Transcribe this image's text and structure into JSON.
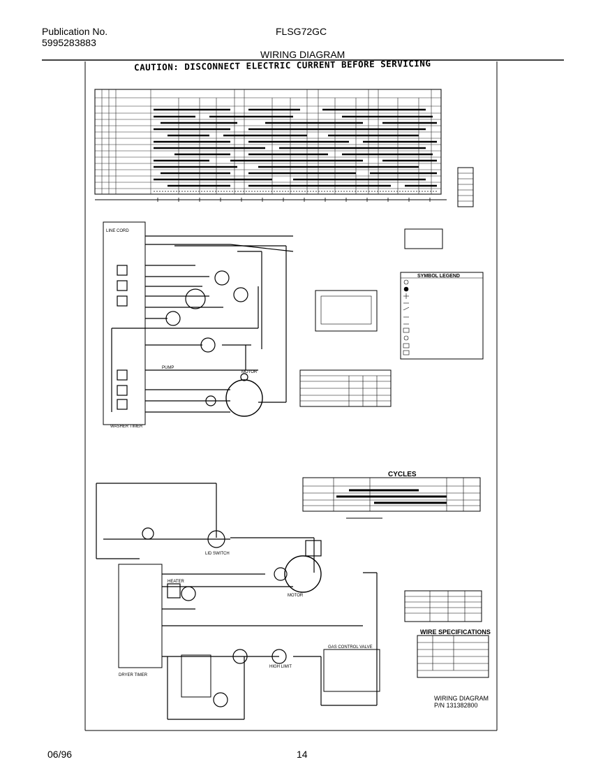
{
  "header": {
    "publication_label": "Publication No.",
    "publication_number": "5995283883",
    "model": "FLSG72GC",
    "title": "WIRING DIAGRAM"
  },
  "caution": "CAUTION: DISCONNECT ELECTRIC CURRENT BEFORE SERVICING",
  "symbols_title": "SYMBOL LEGEND",
  "cycles_title": "CYCLES",
  "wire_spec_title": "WIRE SPECIFICATIONS",
  "diagram_label": {
    "line1": "WIRING DIAGRAM",
    "line2": "P/N 131382800"
  },
  "footer": {
    "date": "06/96",
    "page": "14"
  },
  "washer_labels": {
    "line_cord": "LINE CORD",
    "pump": "PUMP",
    "motor": "MOTOR",
    "washer_timer": "WASHER TIMER"
  },
  "dryer_labels": {
    "lid_switch": "LID SWITCH",
    "heater": "HEATER",
    "high_limit": "HIGH LIMIT",
    "gas_valve": "GAS CONTROL VALVE",
    "dryer_timer": "DRYER TIMER",
    "motor": "MOTOR"
  },
  "colors": {
    "ink": "#000000",
    "paper": "#ffffff",
    "grid": "#333333"
  }
}
